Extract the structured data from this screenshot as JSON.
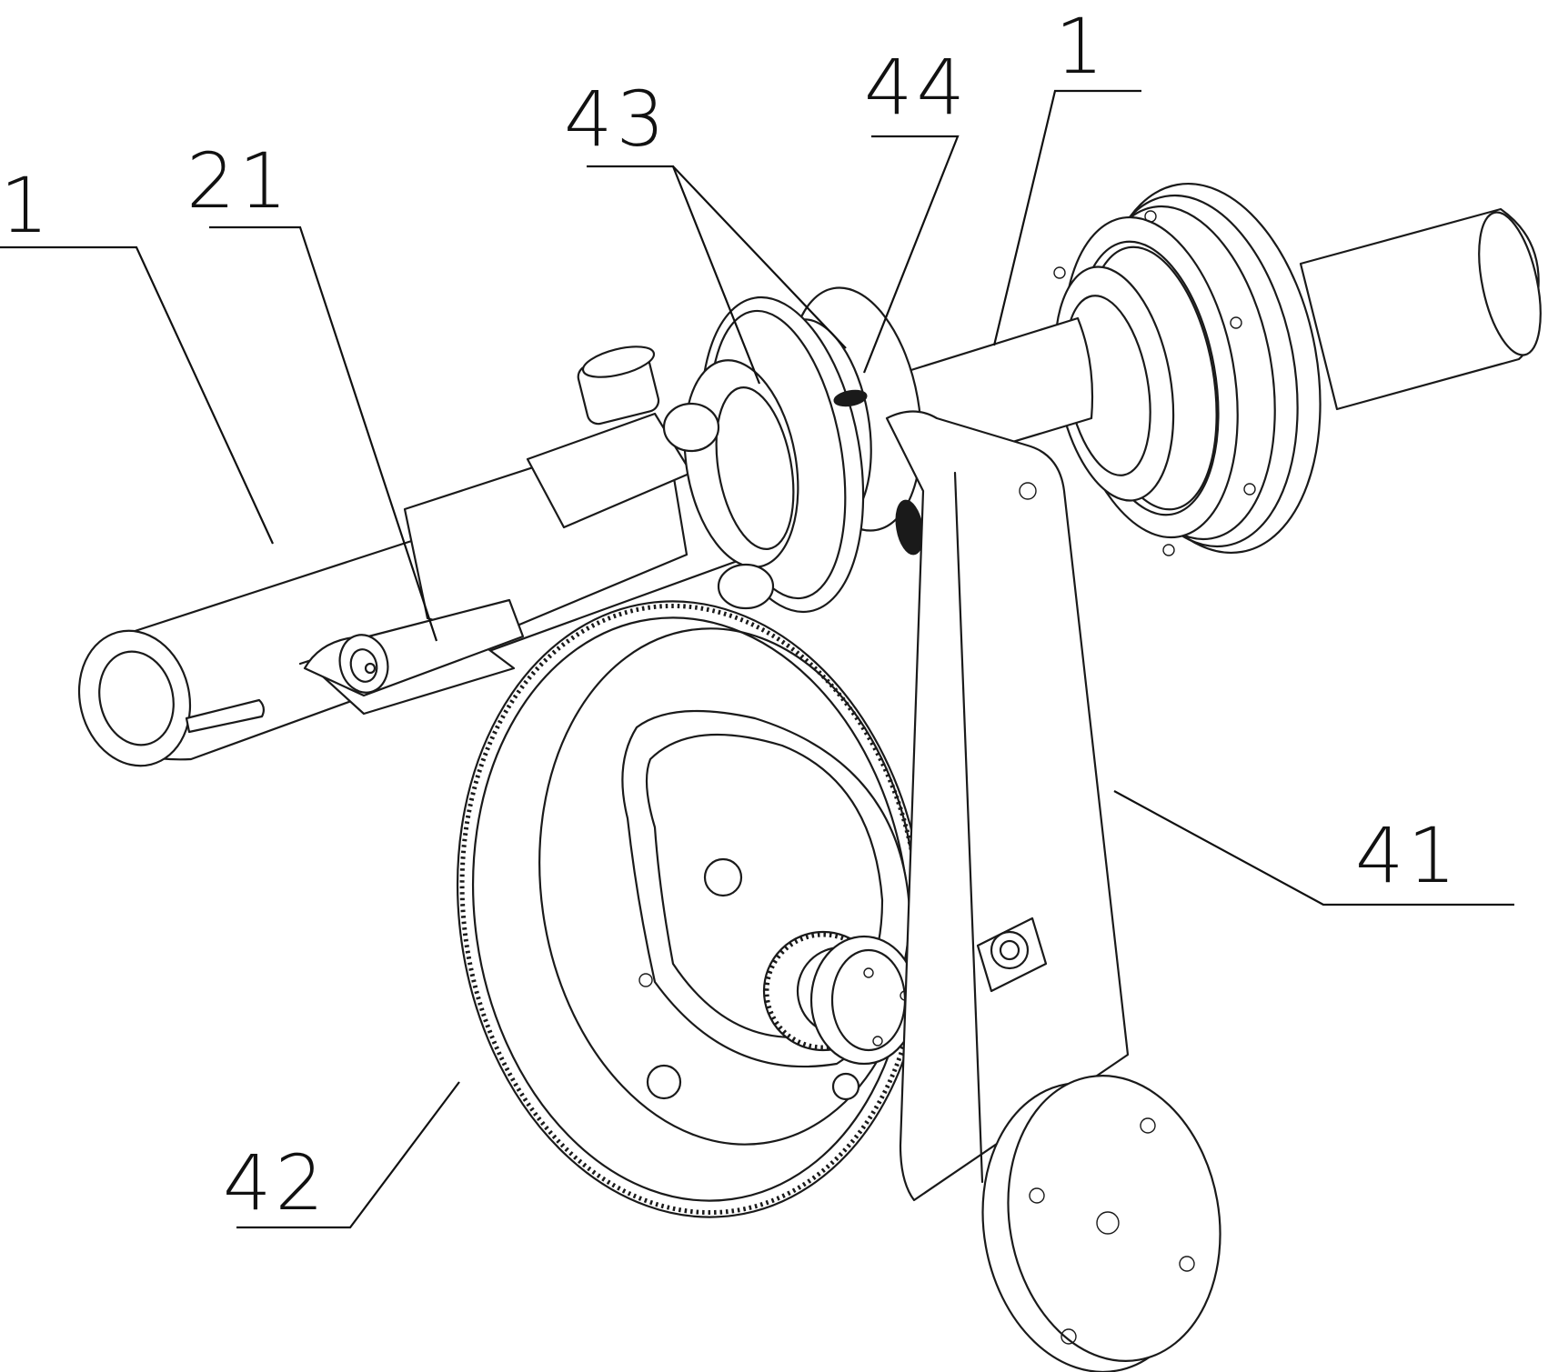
{
  "labels": {
    "shaft_left": "1",
    "part_21": "21",
    "part_43": "43",
    "part_44": "44",
    "shaft_right": "1",
    "part_41": "41",
    "part_42": "42"
  }
}
